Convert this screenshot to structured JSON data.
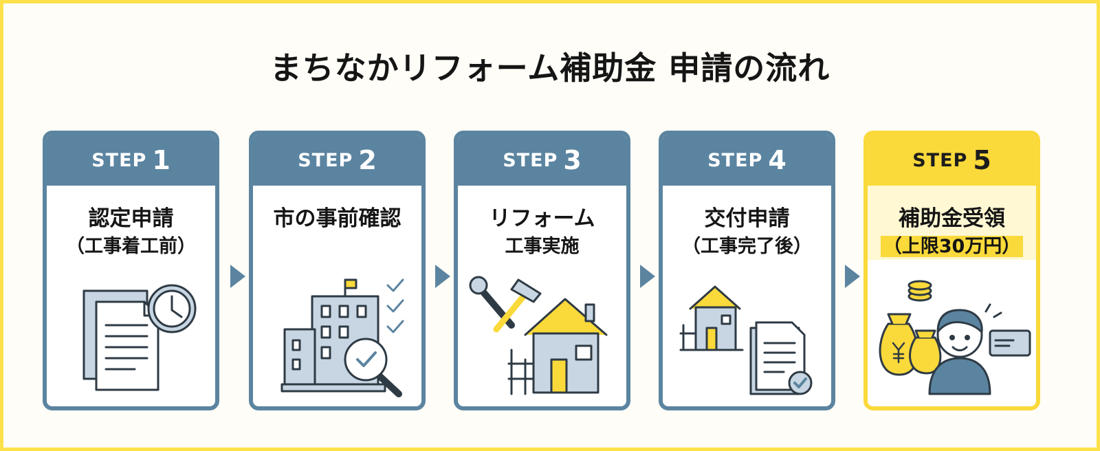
{
  "title": "まちなかリフォーム補助金 申請の流れ",
  "colors": {
    "accent": "#5b84a0",
    "highlight": "#fad93a",
    "frame": "#fde14a"
  },
  "steps": [
    {
      "label": "STEP",
      "number": "1",
      "line1": "認定申請",
      "line2": "（工事着工前）",
      "icon": "documents-clock-icon"
    },
    {
      "label": "STEP",
      "number": "2",
      "line1": "市の事前確認",
      "line2": "",
      "icon": "building-magnifier-check-icon"
    },
    {
      "label": "STEP",
      "number": "3",
      "line1": "リフォーム",
      "line2": "工事実施",
      "icon": "tools-house-icon"
    },
    {
      "label": "STEP",
      "number": "4",
      "line1": "交付申請",
      "line2": "（工事完了後）",
      "icon": "house-document-check-icon"
    },
    {
      "label": "STEP",
      "number": "5",
      "line1": "補助金受領",
      "line2": "（上限30万円）",
      "icon": "money-person-card-icon"
    }
  ]
}
